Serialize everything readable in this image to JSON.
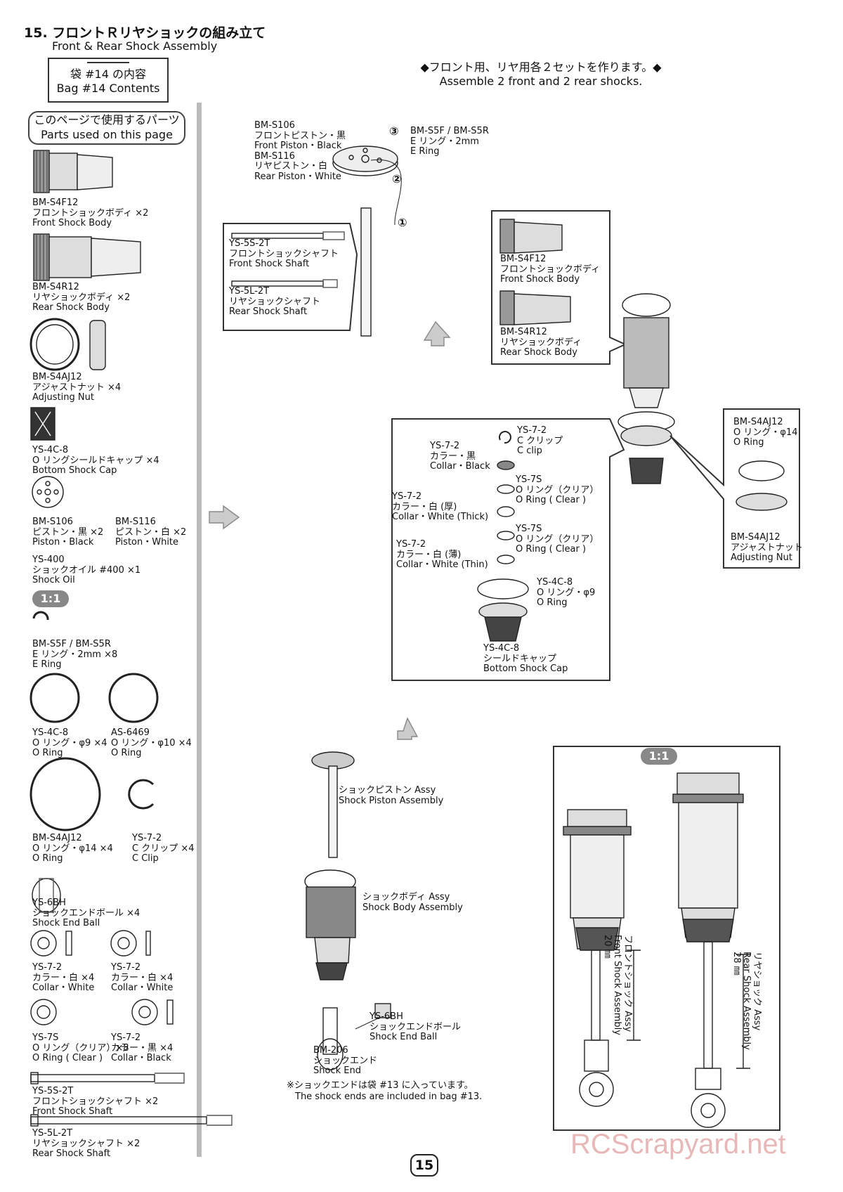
{
  "header": {
    "title_jp": "15. フロントＲリヤショックの組み立て",
    "title_en": "Front & Rear Shock  Assembly",
    "bag_jp": "袋 #14 の内容",
    "bag_en": "Bag #14 Contents",
    "parts_jp": "このページで使用するパーツ",
    "parts_en": "Parts used on this page"
  },
  "instruction": {
    "jp": "◆フロント用、リヤ用各２セットを作ります。◆",
    "en": "Assemble 2 front and 2 rear shocks."
  },
  "parts_list": [
    {
      "id": "p_s4f12",
      "lines": [
        "BM-S4F12",
        "フロントショックボディ ×2",
        "Front Shock Body"
      ]
    },
    {
      "id": "p_s4r12",
      "lines": [
        "BM-S4R12",
        "リヤショックボディ ×2",
        "Rear Shock Body"
      ]
    },
    {
      "id": "p_s4aj12",
      "lines": [
        "BM-S4AJ12",
        "アジャストナット ×4",
        "Adjusting Nut"
      ]
    },
    {
      "id": "p_ys4c8",
      "lines": [
        "YS-4C-8",
        "O リングシールドキャップ ×4",
        "Bottom Shock Cap"
      ]
    },
    {
      "id": "p_s106",
      "lines": [
        "BM-S106",
        "ピストン・黒 ×2",
        "Piston・Black"
      ]
    },
    {
      "id": "p_s116",
      "lines": [
        "BM-S116",
        "ピストン・白 ×2",
        "Piston・White"
      ]
    },
    {
      "id": "p_ys400",
      "lines": [
        "YS-400",
        "ショックオイル #400 ×1",
        "Shock Oil"
      ]
    },
    {
      "id": "p_s5f",
      "lines": [
        "BM-S5F / BM-S5R",
        "E リング・2mm ×8",
        "E Ring"
      ]
    },
    {
      "id": "p_oring9",
      "lines": [
        "YS-4C-8",
        "O リング・φ9 ×4",
        "O Ring"
      ]
    },
    {
      "id": "p_oring10",
      "lines": [
        "AS-6469",
        "O リング・φ10 ×4",
        "O Ring"
      ]
    },
    {
      "id": "p_oring14",
      "lines": [
        "BM-S4AJ12",
        "O リング・φ14 ×4",
        "O Ring"
      ]
    },
    {
      "id": "p_cclip",
      "lines": [
        "YS-7-2",
        "C クリップ ×4",
        "C Clip"
      ]
    },
    {
      "id": "p_ys6bh",
      "lines": [
        "YS-6BH",
        "ショックエンドボール ×4",
        "Shock End Ball"
      ]
    },
    {
      "id": "p_collar_w1",
      "lines": [
        "YS-7-2",
        "カラー・白 ×4",
        "Collar・White"
      ]
    },
    {
      "id": "p_collar_w2",
      "lines": [
        "YS-7-2",
        "カラー・白 ×4",
        "Collar・White"
      ]
    },
    {
      "id": "p_ys7s",
      "lines": [
        "YS-7S",
        "O リング（クリア）×8",
        "O Ring ( Clear )"
      ]
    },
    {
      "id": "p_collar_b",
      "lines": [
        "YS-7-2",
        "カラー・黒 ×4",
        "Collar・Black"
      ]
    },
    {
      "id": "p_shaft_f",
      "lines": [
        "YS-5S-2T",
        "フロントショックシャフト ×2",
        "Front Shock Shaft"
      ]
    },
    {
      "id": "p_shaft_r",
      "lines": [
        "YS-5L-2T",
        "リヤショックシャフト ×2",
        "Rear Shock Shaft"
      ]
    }
  ],
  "scale_badge": "1:1",
  "step1": {
    "piston": [
      "BM-S106",
      "フロントピストン・黒",
      "Front Piston・Black",
      "BM-S116",
      "リヤピストン・白",
      "Rear Piston・White"
    ],
    "ering": [
      "BM-S5F / BM-S5R",
      "E リング・2mm",
      "E Ring"
    ],
    "nums": [
      "③",
      "②",
      "①"
    ],
    "shaft_callout": [
      "YS-5S-2T",
      "フロントショックシャフト",
      "Front Shock Shaft",
      "YS-5L-2T",
      "リヤショックシャフト",
      "Rear Shock Shaft"
    ]
  },
  "step2": {
    "body_callout": [
      "BM-S4F12",
      "フロントショックボディ",
      "Front Shock Body",
      "BM-S4R12",
      "リヤショックボディ",
      "Rear Shock Body"
    ],
    "nut_callout": [
      "BM-S4AJ12",
      "O リング・φ14",
      "O Ring",
      "BM-S4AJ12",
      "アジャストナット",
      "Adjusting Nut"
    ]
  },
  "step3": {
    "cclip": [
      "YS-7-2",
      "C クリップ",
      "C clip"
    ],
    "collar_black": [
      "YS-7-2",
      "カラー・黒",
      "Collar・Black"
    ],
    "oring_clear1": [
      "YS-7S",
      "O リング（クリア）",
      "O Ring ( Clear )"
    ],
    "collar_thick": [
      "YS-7-2",
      "カラー・白 (厚)",
      "Collar・White (Thick)"
    ],
    "oring_clear2": [
      "YS-7S",
      "O リング（クリア）",
      "O Ring ( Clear )"
    ],
    "collar_thin": [
      "YS-7-2",
      "カラー・白 (薄)",
      "Collar・White (Thin)"
    ],
    "oring9": [
      "YS-4C-8",
      "O リング・φ9",
      "O Ring"
    ],
    "cap": [
      "YS-4C-8",
      "シールドキャップ",
      "Bottom Shock Cap"
    ]
  },
  "step4": {
    "piston_assy": [
      "ショックピストン Assy",
      "Shock Piston Assembly"
    ],
    "body_assy": [
      "ショックボディ Assy",
      "Shock Body Assembly"
    ],
    "ball": [
      "YS-6BH",
      "ショックエンドボール",
      "Shock End Ball"
    ],
    "end": [
      "BM-206",
      "ショックエンド",
      "Shock End"
    ],
    "note_jp": "※ショックエンドは袋 #13 に入っています。",
    "note_en": "The shock ends are included in bag #13."
  },
  "final": {
    "front_label": [
      "フロントショック Assy",
      "Front Shock Assembly",
      "20 ㎜"
    ],
    "rear_label": [
      "リヤショック Assy",
      "Rear Shock Assembly",
      "28 ㎜"
    ]
  },
  "page_number": "15",
  "watermark": "RCScrapyard.net"
}
